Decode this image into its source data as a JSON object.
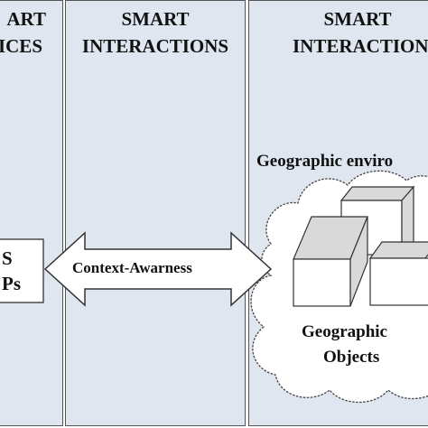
{
  "panels": {
    "left": {
      "line1": "ART",
      "line2": "ICES"
    },
    "middle": {
      "line1": "SMART",
      "line2": "INTERACTIONS"
    },
    "right": {
      "line1": "SMART",
      "line2": "INTERACTIONS"
    }
  },
  "left_box": {
    "line1": "S",
    "line2": "Ps"
  },
  "arrow_label": "Context-Awarness",
  "environment_label": "Geographic enviro",
  "objects_label": {
    "line1": "Geographic",
    "line2": "Objects"
  },
  "colors": {
    "panel_fill": "#dfe6ef",
    "border": "#555555",
    "shape_fill": "#ffffff",
    "text": "#111111"
  }
}
